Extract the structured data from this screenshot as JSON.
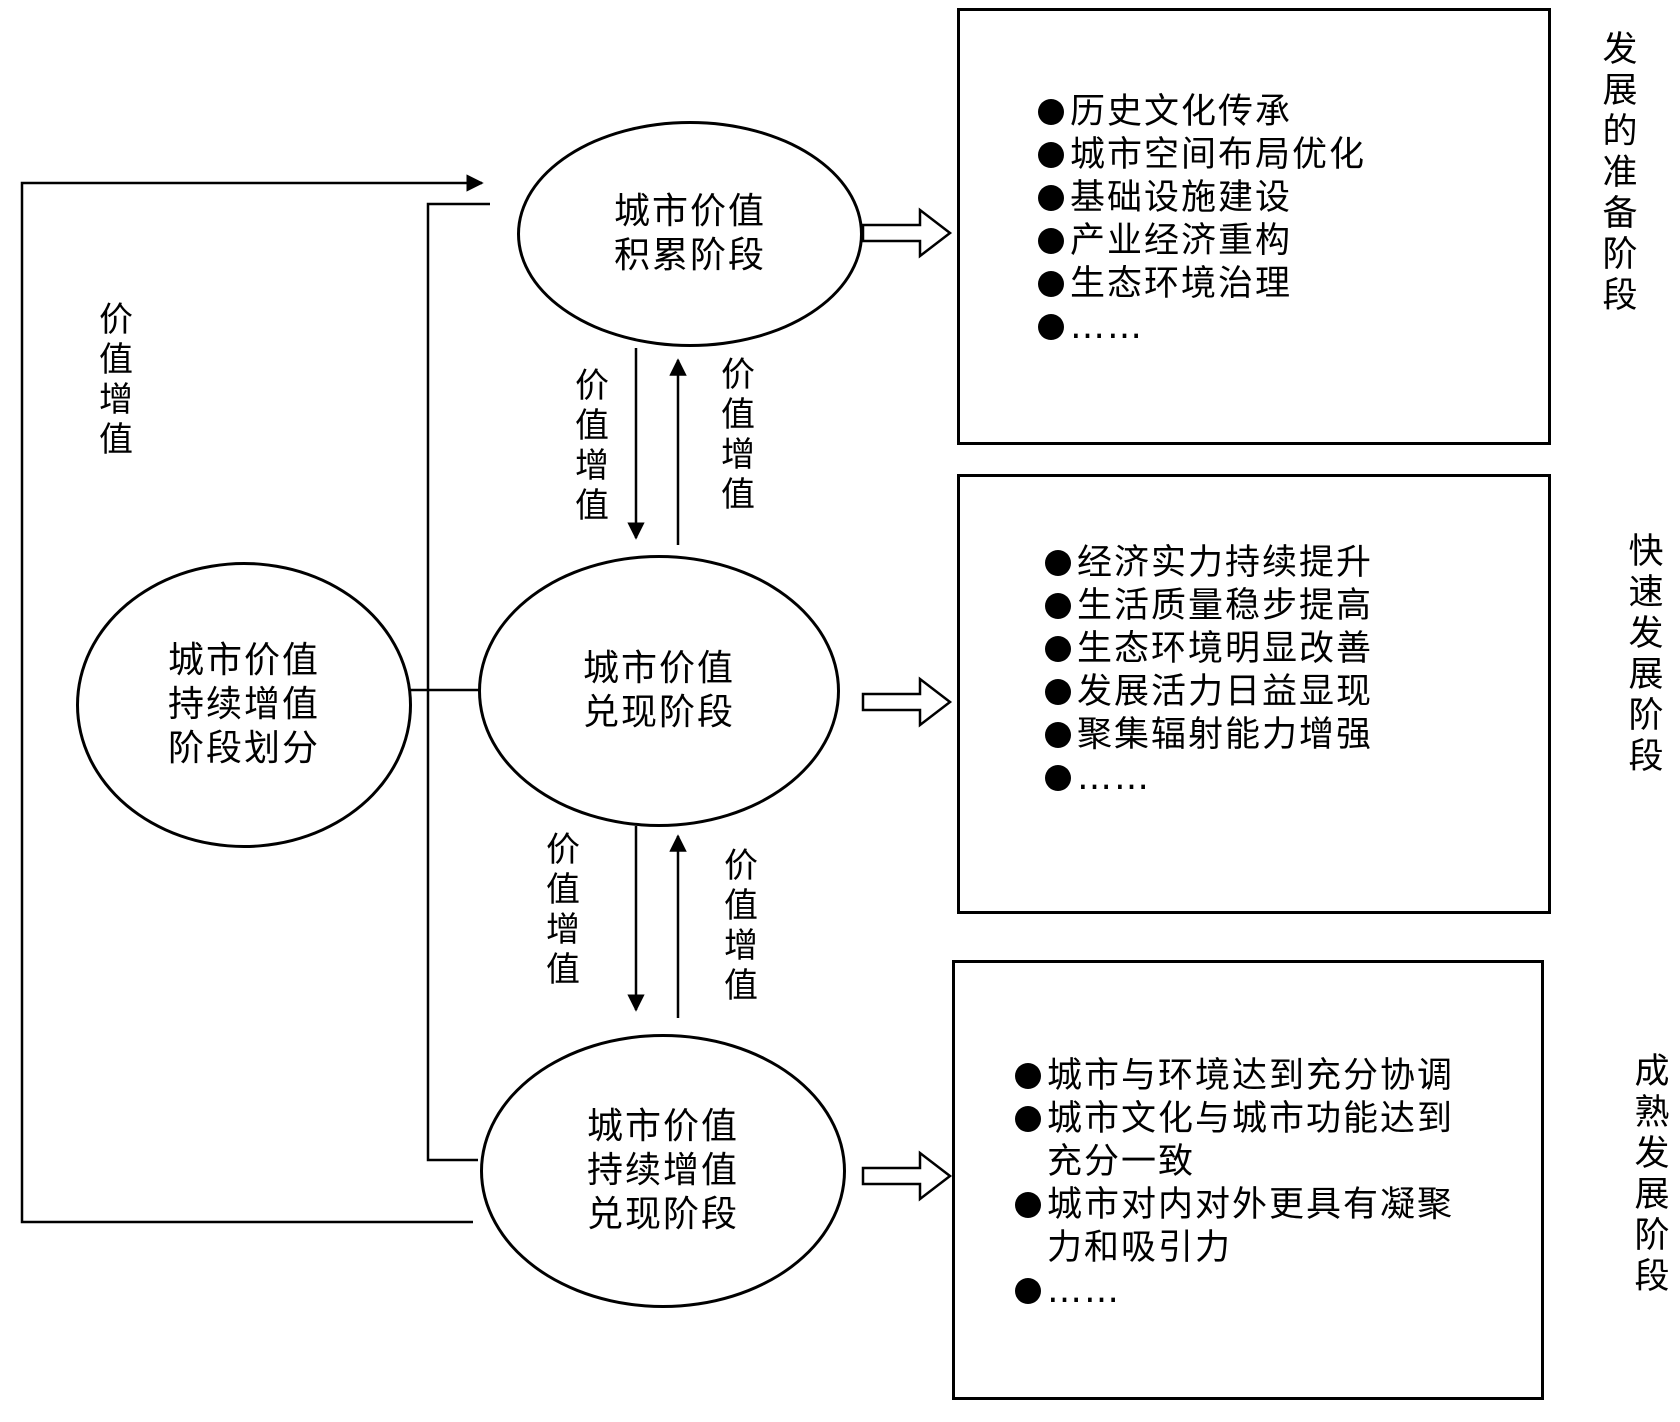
{
  "main_node": {
    "lines": [
      "城市价值",
      "持续增值",
      "阶段划分"
    ]
  },
  "stages": [
    {
      "lines": [
        "城市价值",
        "积累阶段"
      ]
    },
    {
      "lines": [
        "城市价值",
        "兑现阶段"
      ]
    },
    {
      "lines": [
        "城市价值",
        "持续增值",
        "兑现阶段"
      ]
    }
  ],
  "feature_boxes": [
    {
      "items": [
        {
          "text": "历史文化传承"
        },
        {
          "text": "城市空间布局优化"
        },
        {
          "text": "基础设施建设"
        },
        {
          "text": "产业经济重构"
        },
        {
          "text": "生态环境治理"
        },
        {
          "text": "……"
        }
      ]
    },
    {
      "items": [
        {
          "text": "经济实力持续提升"
        },
        {
          "text": "生活质量稳步提高"
        },
        {
          "text": "生态环境明显改善"
        },
        {
          "text": "发展活力日益显现"
        },
        {
          "text": "聚集辐射能力增强"
        },
        {
          "text": "……"
        }
      ]
    },
    {
      "items": [
        {
          "text": "城市与环境达到充分协调"
        },
        {
          "text": "城市文化与城市功能达到"
        },
        {
          "text": "充分一致",
          "continuation": true
        },
        {
          "text": "城市对内对外更具有凝聚"
        },
        {
          "text": "力和吸引力",
          "continuation": true
        },
        {
          "text": "……"
        }
      ]
    }
  ],
  "phase_labels": [
    "发展的准备阶段",
    "快速发展阶段",
    "成熟发展阶段"
  ],
  "arrow_labels": {
    "outer_loop": "价值增值",
    "stage1_down": "价值增值",
    "stage1_up": "价值增值",
    "stage2_down": "价值增值",
    "stage2_up": "价值增值"
  }
}
